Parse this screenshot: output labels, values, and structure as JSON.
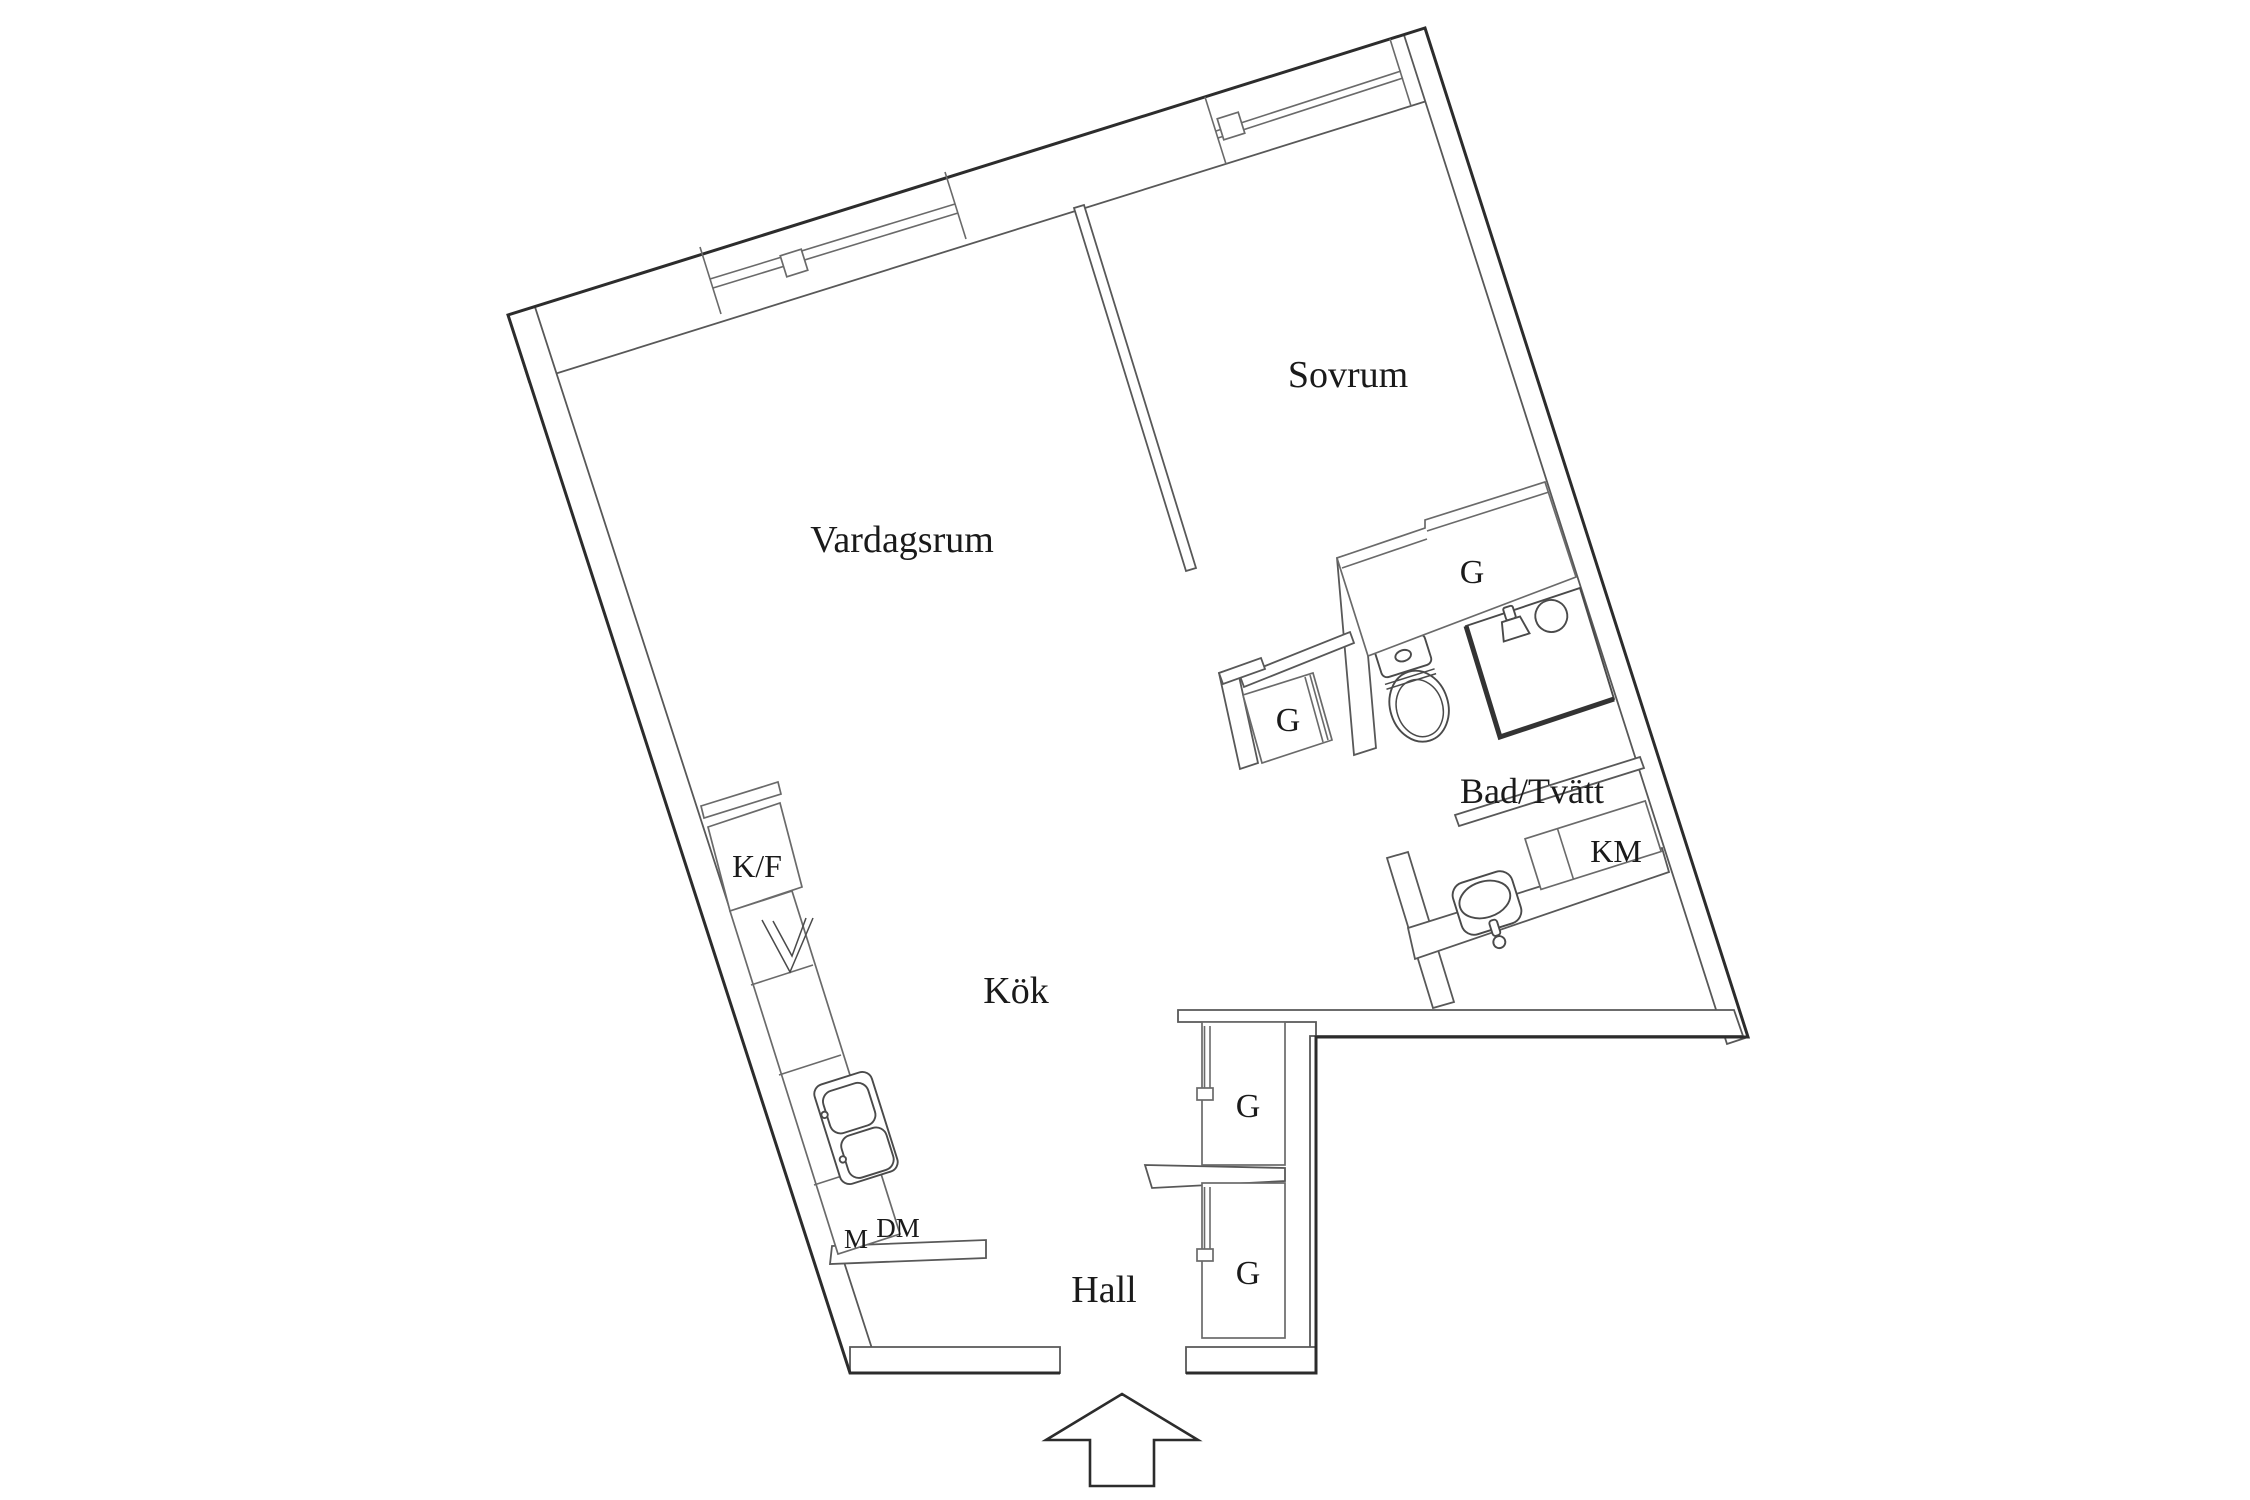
{
  "floor_plan": {
    "rooms": {
      "living_room": "Vardagsrum",
      "bedroom": "Sovrum",
      "kitchen": "Kök",
      "hall": "Hall",
      "bathroom": "Bad/Tvätt"
    },
    "wardrobes": {
      "bedroom": "G",
      "bathroom": "G",
      "hall_upper": "G",
      "hall_lower": "G"
    },
    "appliances": {
      "fridge_freezer": "K/F",
      "dishwasher": "DM",
      "microwave": "M",
      "washing_machine": "KM"
    },
    "colors": {
      "background": "#ffffff",
      "wall_line": "#585858",
      "outer_line": "#2c2c2c",
      "text": "#1a1a1a"
    }
  }
}
